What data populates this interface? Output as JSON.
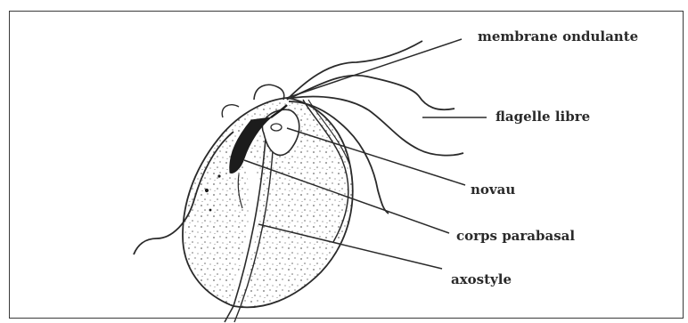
{
  "diagram": {
    "labels": {
      "membrane": "membrane ondulante",
      "flagelle": "flagelle libre",
      "noyau": "novau",
      "corps": "corps parabasal",
      "axostyle": "axostyle"
    },
    "colors": {
      "ink": "#2a2a2a",
      "border": "#3a3a3a",
      "stipple": "#6a6a6a"
    }
  }
}
